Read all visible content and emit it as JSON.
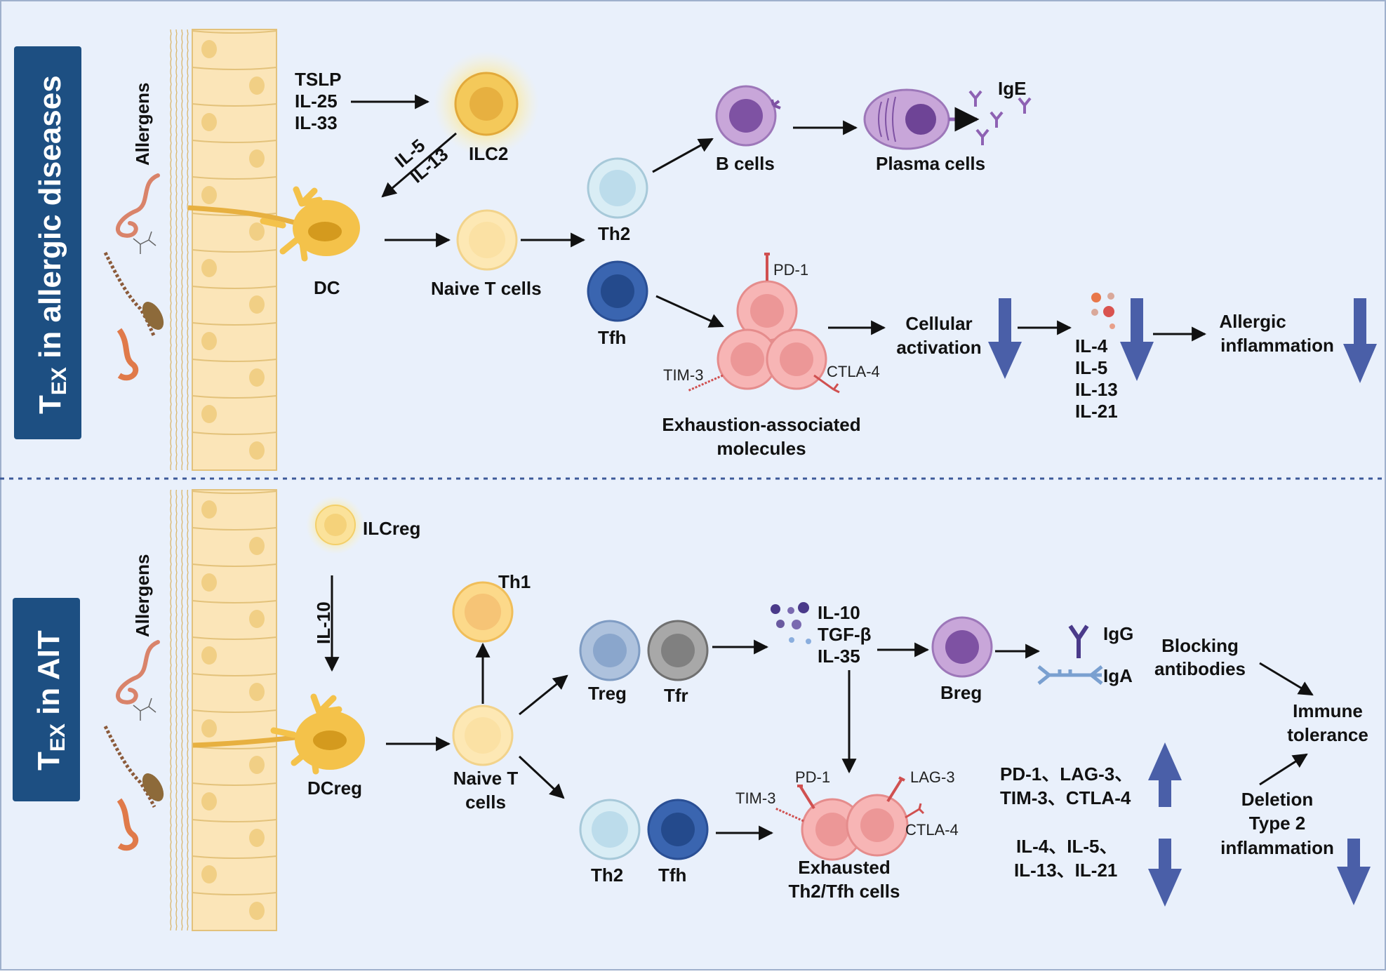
{
  "top": {
    "side_label_main": "T",
    "side_label_sub": "EX",
    "side_label_rest": " in allergic diseases",
    "allergens": "Allergens",
    "alarmins": [
      "TSLP",
      "IL-25",
      "IL-33"
    ],
    "ilc2": "ILC2",
    "il5": "IL-5",
    "il13": "IL-13",
    "dc": "DC",
    "naive": "Naive T cells",
    "th2": "Th2",
    "tfh": "Tfh",
    "bcells": "B cells",
    "plasma": "Plasma cells",
    "ige": "IgE",
    "pd1": "PD-1",
    "tim3": "TIM-3",
    "ctla4": "CTLA-4",
    "exhaustion": [
      "Exhaustion-associated",
      "molecules"
    ],
    "cellular": [
      "Cellular",
      "activation"
    ],
    "cytokines": [
      "IL-4",
      "IL-5",
      "IL-13",
      "IL-21"
    ],
    "allergic": [
      "Allergic",
      "inflammation"
    ]
  },
  "bottom": {
    "side_label_main": "T",
    "side_label_sub": "EX",
    "side_label_rest": " in AIT",
    "allergens": "Allergens",
    "ilcreg": "ILCreg",
    "il10": "IL-10",
    "dcreg": "DCreg",
    "th1": "Th1",
    "naive": [
      "Naive T",
      "cells"
    ],
    "treg": "Treg",
    "tfr": "Tfr",
    "th2": "Th2",
    "tfh": "Tfh",
    "reg_cytokines": [
      "IL-10",
      "TGF-β",
      "IL-35"
    ],
    "breg": "Breg",
    "igg": "IgG",
    "iga": "IgA",
    "blocking": [
      "Blocking",
      "antibodies"
    ],
    "immune": [
      "Immune",
      "tolerance"
    ],
    "pd1": "PD-1",
    "lag3": "LAG-3",
    "tim3": "TIM-3",
    "ctla4": "CTLA-4",
    "exhausted": [
      "Exhausted",
      "Th2/Tfh cells"
    ],
    "up_markers": [
      "PD-1、LAG-3、",
      "TIM-3、CTLA-4"
    ],
    "down_cytokines": [
      "IL-4、IL-5、",
      "IL-13、IL-21"
    ],
    "deletion": [
      "Deletion",
      "Type 2",
      "inflammation"
    ]
  },
  "colors": {
    "background": "#e9f0fb",
    "panel_label": "#1d4f82",
    "arrow_blue": "#4a5fa8",
    "divider": "#3d5a99"
  }
}
